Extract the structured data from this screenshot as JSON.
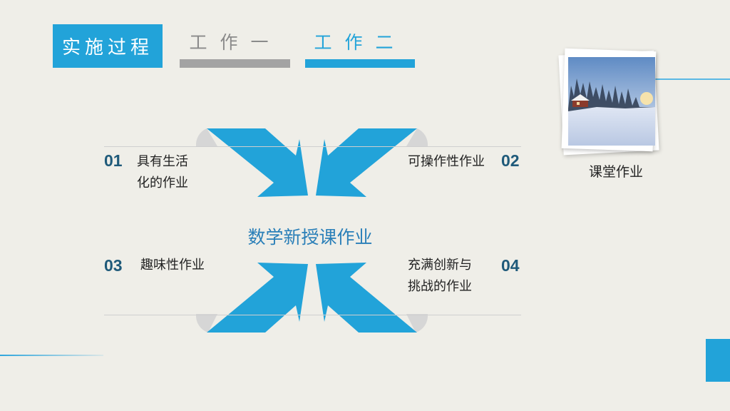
{
  "header": {
    "title": "实施过程",
    "tabs": [
      {
        "label": "工作一",
        "active": false
      },
      {
        "label": "工作二",
        "active": true
      }
    ]
  },
  "photo": {
    "caption": "课堂作业"
  },
  "diagram": {
    "center": "数学新授课作业",
    "items": [
      {
        "num": "01",
        "line1": "具有生活",
        "line2": "化的作业"
      },
      {
        "num": "02",
        "line1": "可操作性作业",
        "line2": ""
      },
      {
        "num": "03",
        "line1": "趣味性作业",
        "line2": ""
      },
      {
        "num": "04",
        "line1": "充满创新与",
        "line2": "挑战的作业"
      }
    ]
  },
  "colors": {
    "accent": "#22a3d9",
    "background": "#efeee8",
    "inactive_tab": "#a3a3a3",
    "number": "#1f5a7a"
  }
}
